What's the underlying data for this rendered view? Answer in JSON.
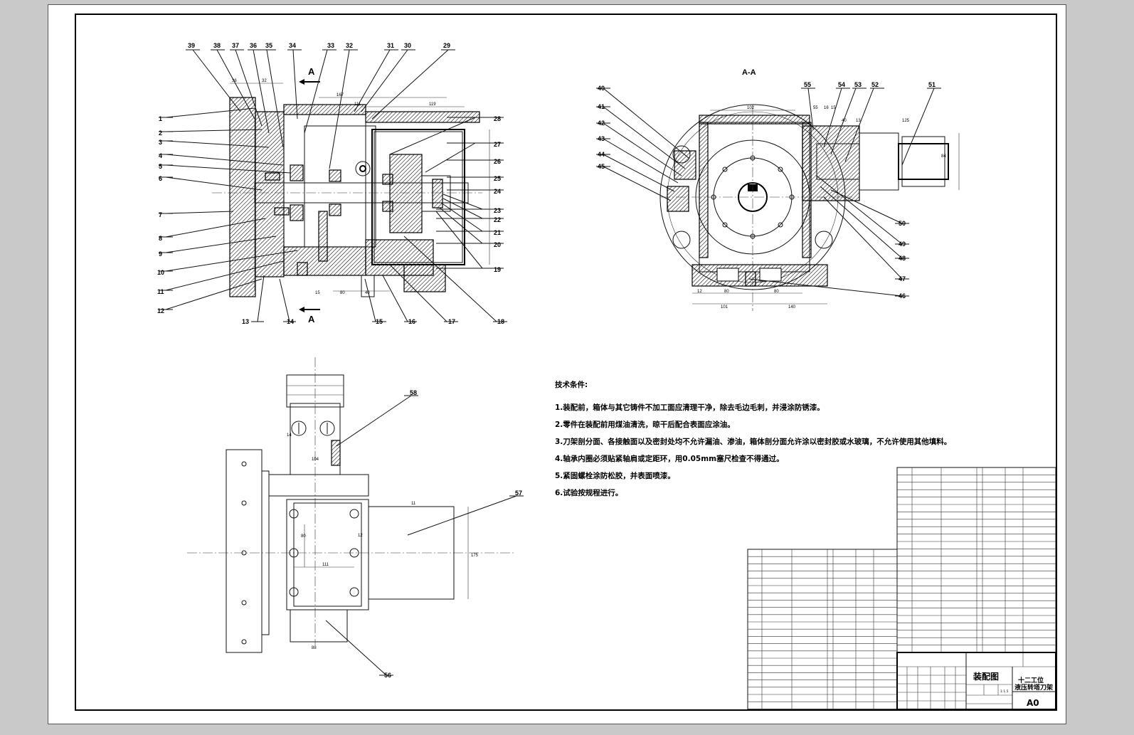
{
  "balloons_main": [
    "1",
    "2",
    "3",
    "4",
    "5",
    "6",
    "7",
    "8",
    "9",
    "10",
    "11",
    "12",
    "13",
    "14",
    "15",
    "16",
    "17",
    "18",
    "19",
    "20",
    "21",
    "22",
    "23",
    "24",
    "25",
    "26",
    "27",
    "28",
    "29",
    "30",
    "31",
    "32",
    "33",
    "34",
    "35",
    "36",
    "37",
    "38",
    "39"
  ],
  "balloons_section": [
    "40",
    "41",
    "42",
    "43",
    "44",
    "45",
    "46",
    "47",
    "48",
    "49",
    "50",
    "51",
    "52",
    "53",
    "54",
    "55"
  ],
  "balloons_plan": [
    "56",
    "57",
    "58"
  ],
  "section_marks": {
    "top": "A",
    "bottom": "A",
    "view_title": "A-A"
  },
  "tech_req": {
    "title": "技术条件:",
    "items": [
      "1.装配前，箱体与其它铸件不加工面应清理干净，除去毛边毛刺，并浸涂防锈漆。",
      "2.零件在装配前用煤油清洗，晾干后配合表面应涂油。",
      "3.刀架剖分面、各接触面以及密封处均不允许漏油、渗油，箱体剖分面允许涂以密封胶或水玻璃，不允许使用其他填料。",
      "4.轴承内圈必须贴紧轴肩或定距环，用0.05mm塞尺检查不得通过。",
      "5.紧固螺栓涂防松胶，并表面喷漆。",
      "6.试验按规程进行。"
    ]
  },
  "title_block": {
    "drawing_type": "装配图",
    "name_line1": "十二工位",
    "name_line2": "液压转塔刀架",
    "sheet_size": "A0",
    "scale": "1:1.5"
  },
  "dims_main": [
    "111",
    "119",
    "167",
    "15",
    "80",
    "40",
    "36",
    "32"
  ],
  "dims_section": [
    "102",
    "55",
    "16",
    "15",
    "40",
    "13",
    "125",
    "84",
    "101",
    "140",
    "80",
    "80",
    "12"
  ],
  "dims_plan": [
    "104",
    "111",
    "80",
    "12",
    "11",
    "175",
    "88",
    "14"
  ]
}
